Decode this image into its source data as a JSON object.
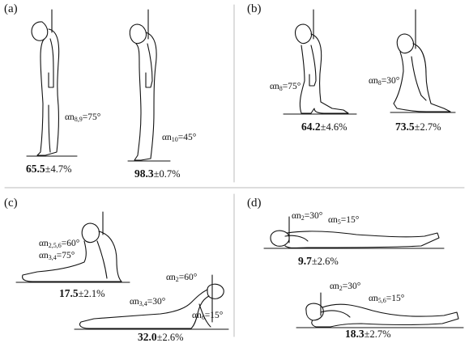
{
  "colors": {
    "ink": "#111111",
    "divider": "#bbbbbb",
    "background": "#ffffff"
  },
  "panels": {
    "a": {
      "label": "(a)",
      "figures": [
        {
          "angle_prefix": "αn",
          "angle_sub": "8,9",
          "angle_value": "=75°",
          "result_bold": "65.5",
          "result_rest": "±4.7%"
        },
        {
          "angle_prefix": "αn",
          "angle_sub": "10",
          "angle_value": "=45°",
          "result_bold": "98.3",
          "result_rest": "±0.7%"
        }
      ]
    },
    "b": {
      "label": "(b)",
      "figures": [
        {
          "angle_prefix": "αn",
          "angle_sub": "8",
          "angle_value": "=75°",
          "result_bold": "64.2",
          "result_rest": "±4.6%"
        },
        {
          "angle_prefix": "αn",
          "angle_sub": "8",
          "angle_value": "=30°",
          "result_bold": "73.5",
          "result_rest": "±2.7%"
        }
      ]
    },
    "c": {
      "label": "(c)",
      "figures": [
        {
          "angles": [
            {
              "prefix": "αn",
              "sub": "2,5,6",
              "value": "=60°"
            },
            {
              "prefix": "αn",
              "sub": "3,4",
              "value": "=75°"
            }
          ],
          "result_bold": "17.5",
          "result_rest": "±2.1%"
        },
        {
          "angles": [
            {
              "prefix": "αn",
              "sub": "2",
              "value": "=60°"
            },
            {
              "prefix": "αn",
              "sub": "3,4",
              "value": "=30°"
            },
            {
              "prefix": "αn",
              "sub": "6",
              "value": "=15°"
            }
          ],
          "result_bold": "32.0",
          "result_rest": "±2.6%"
        }
      ]
    },
    "d": {
      "label": "(d)",
      "figures": [
        {
          "angles": [
            {
              "prefix": "αn",
              "sub": "2",
              "value": "=30°"
            },
            {
              "prefix": "αn",
              "sub": "5",
              "value": "=15°"
            }
          ],
          "result_bold": "9.7",
          "result_rest": "±2.6%"
        },
        {
          "angles": [
            {
              "prefix": "αn",
              "sub": "2",
              "value": "=30°"
            },
            {
              "prefix": "αn",
              "sub": "5,6",
              "value": "=15°"
            }
          ],
          "result_bold": "18.3",
          "result_rest": "±2.7%"
        }
      ]
    }
  }
}
